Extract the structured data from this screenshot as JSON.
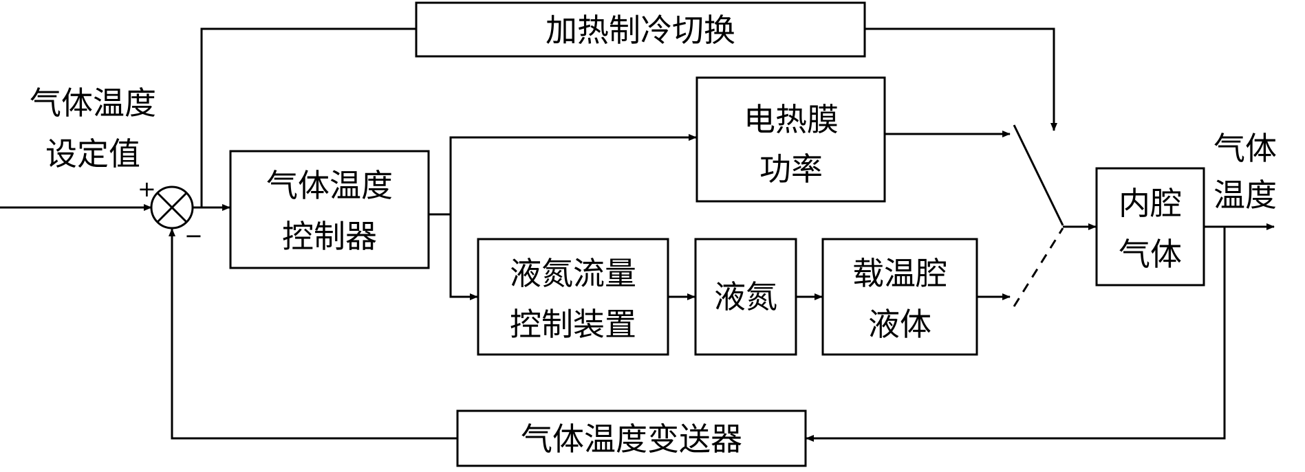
{
  "input": {
    "line1": "气体温度",
    "line2": "设定值"
  },
  "output": {
    "line1": "气体",
    "line2": "温度"
  },
  "summing_junction": {
    "plus_sign": "+",
    "minus_sign": "−"
  },
  "blocks": {
    "switch_logic": "加热制冷切换",
    "gas_temp_controller": [
      "气体温度",
      "控制器"
    ],
    "electric_film_power": [
      "电热膜",
      "功率"
    ],
    "ln2_flow_control": [
      "液氮流量",
      "控制装置"
    ],
    "ln2": "液氮",
    "chamber_liquid": [
      "载温腔",
      "液体"
    ],
    "inner_cavity_gas": [
      "内腔",
      "气体"
    ],
    "gas_temp_transmitter": "气体温度变送器"
  }
}
